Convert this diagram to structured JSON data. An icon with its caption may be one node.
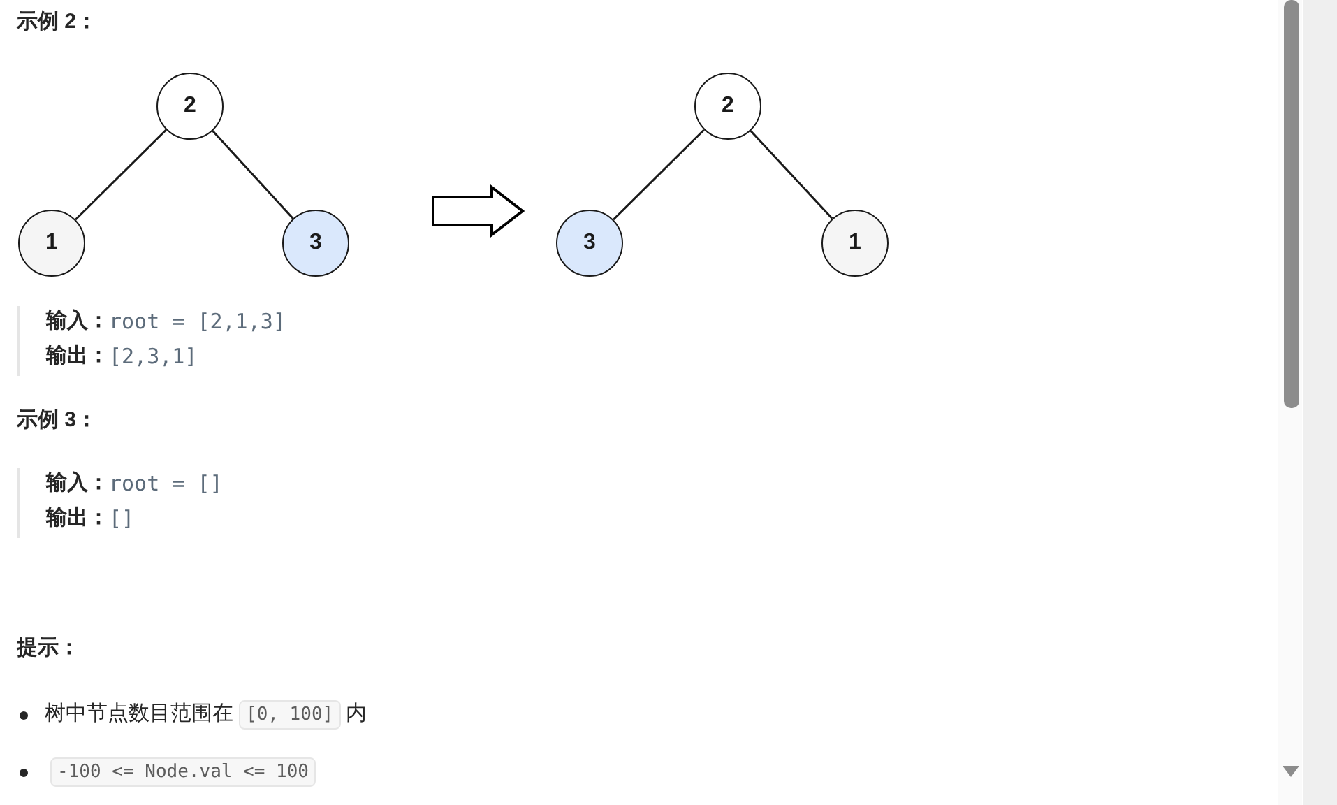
{
  "diagram": {
    "nodes": [
      {
        "text": [
          "2"
        ]
      },
      {
        "text": [
          "1"
        ]
      },
      {
        "text": [
          "3"
        ]
      },
      {
        "text": [
          "2"
        ]
      },
      {
        "text": [
          "3"
        ]
      },
      {
        "text": [
          "1"
        ]
      }
    ],
    "edges": [
      {
        "from": 0,
        "to": 1,
        "arrow": "none"
      },
      {
        "from": 0,
        "to": 2,
        "arrow": "none"
      },
      {
        "from": 3,
        "to": 4,
        "arrow": "none"
      },
      {
        "from": 3,
        "to": 5,
        "arrow": "none"
      }
    ],
    "labels": [
      "示例 2：",
      "输入：",
      "root = [2,1,3]",
      "输出：",
      "[2,3,1]",
      "示例 3：",
      "输入：",
      "root = []",
      "输出：",
      "[]",
      "提示：",
      "树中节点数目范围在",
      "[0, 100]",
      "内",
      "-100 <= Node.val <= 100"
    ]
  }
}
